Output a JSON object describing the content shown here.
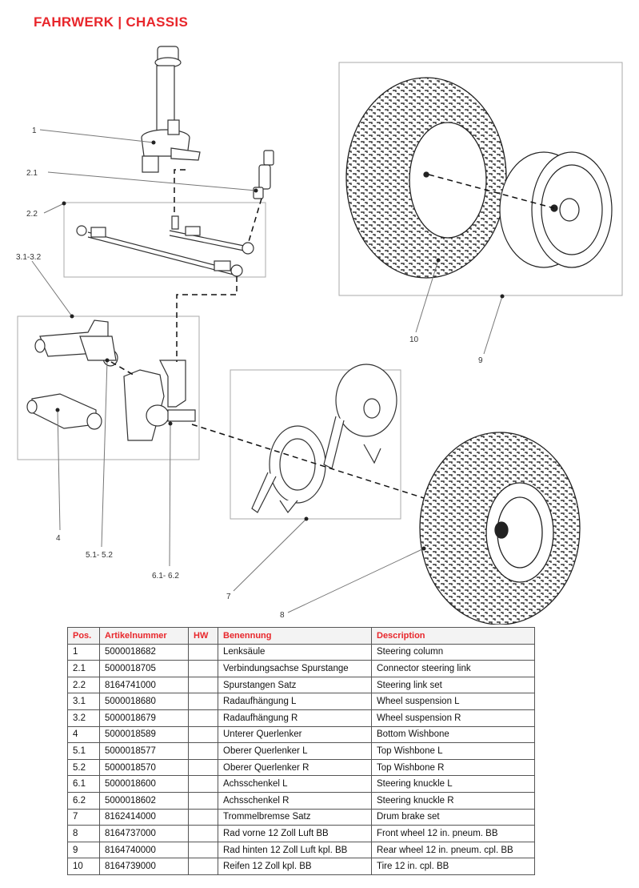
{
  "header": {
    "title": "FAHRWERK  |  CHASSIS"
  },
  "callouts": {
    "c1": "1",
    "c21": "2.1",
    "c22": "2.2",
    "c31": "3.1-3.2",
    "c4": "4",
    "c51": "5.1- 5.2",
    "c61": "6.1- 6.2",
    "c7": "7",
    "c8": "8",
    "c9": "9",
    "c10": "10"
  },
  "table": {
    "headers": {
      "pos": "Pos.",
      "art": "Artikelnummer",
      "hw": "HW",
      "ben": "Benennung",
      "desc": "Description"
    },
    "rows": [
      {
        "pos": "1",
        "art": "5000018682",
        "hw": "",
        "ben": "Lenksäule",
        "desc": "Steering column"
      },
      {
        "pos": "2.1",
        "art": "5000018705",
        "hw": "",
        "ben": "Verbindungsachse Spurstange",
        "desc": "Connector steering link"
      },
      {
        "pos": "2.2",
        "art": "8164741000",
        "hw": "",
        "ben": "Spurstangen Satz",
        "desc": "Steering link set"
      },
      {
        "pos": "3.1",
        "art": "5000018680",
        "hw": "",
        "ben": "Radaufhängung L",
        "desc": "Wheel suspension L"
      },
      {
        "pos": "3.2",
        "art": "5000018679",
        "hw": "",
        "ben": "Radaufhängung R",
        "desc": "Wheel suspension R"
      },
      {
        "pos": "4",
        "art": "5000018589",
        "hw": "",
        "ben": "Unterer Querlenker",
        "desc": "Bottom Wishbone"
      },
      {
        "pos": "5.1",
        "art": "5000018577",
        "hw": "",
        "ben": "Oberer Querlenker L",
        "desc": "Top Wishbone L"
      },
      {
        "pos": "5.2",
        "art": "5000018570",
        "hw": "",
        "ben": "Oberer Querlenker R",
        "desc": "Top Wishbone R"
      },
      {
        "pos": "6.1",
        "art": "5000018600",
        "hw": "",
        "ben": "Achsschenkel L",
        "desc": "Steering knuckle L"
      },
      {
        "pos": "6.2",
        "art": "5000018602",
        "hw": "",
        "ben": "Achsschenkel R",
        "desc": "Steering knuckle R"
      },
      {
        "pos": "7",
        "art": "8162414000",
        "hw": "",
        "ben": "Trommelbremse Satz",
        "desc": "Drum brake set"
      },
      {
        "pos": "8",
        "art": "8164737000",
        "hw": "",
        "ben": "Rad vorne 12 Zoll Luft BB",
        "desc": "Front wheel 12 in. pneum. BB"
      },
      {
        "pos": "9",
        "art": "8164740000",
        "hw": "",
        "ben": "Rad hinten 12 Zoll Luft kpl. BB",
        "desc": "Rear wheel 12 in. pneum. cpl. BB"
      },
      {
        "pos": "10",
        "art": "8164739000",
        "hw": "",
        "ben": "Reifen 12 Zoll kpl. BB",
        "desc": "Tire 12 in. cpl. BB"
      }
    ]
  },
  "colors": {
    "accent": "#e8262b",
    "line": "#555555"
  }
}
